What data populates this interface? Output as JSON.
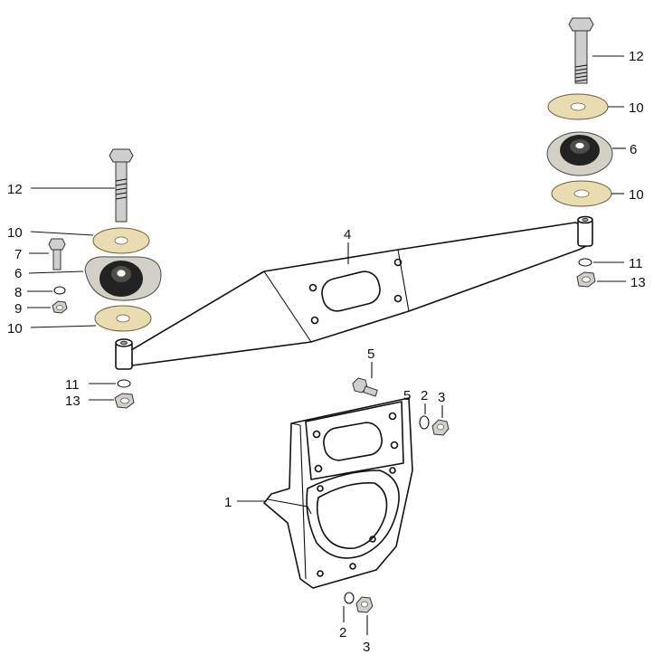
{
  "callouts": [
    {
      "id": "lbl-12-right",
      "text": "12"
    },
    {
      "id": "lbl-10-right-top",
      "text": "10"
    },
    {
      "id": "lbl-6-right",
      "text": "6"
    },
    {
      "id": "lbl-10-right-bottom",
      "text": "10"
    },
    {
      "id": "lbl-11-right",
      "text": "11"
    },
    {
      "id": "lbl-13-right",
      "text": "13"
    },
    {
      "id": "lbl-4",
      "text": "4"
    },
    {
      "id": "lbl-12-left",
      "text": "12"
    },
    {
      "id": "lbl-10-left-top",
      "text": "10"
    },
    {
      "id": "lbl-7",
      "text": "7"
    },
    {
      "id": "lbl-6-left",
      "text": "6"
    },
    {
      "id": "lbl-8",
      "text": "8"
    },
    {
      "id": "lbl-9",
      "text": "9"
    },
    {
      "id": "lbl-10-left-bottom",
      "text": "10"
    },
    {
      "id": "lbl-11-left",
      "text": "11"
    },
    {
      "id": "lbl-13-left",
      "text": "13"
    },
    {
      "id": "lbl-5-bolt",
      "text": "5"
    },
    {
      "id": "lbl-5-bracket",
      "text": "5"
    },
    {
      "id": "lbl-2-top",
      "text": "2"
    },
    {
      "id": "lbl-3-top",
      "text": "3"
    },
    {
      "id": "lbl-1",
      "text": "1"
    },
    {
      "id": "lbl-2-bottom",
      "text": "2"
    },
    {
      "id": "lbl-3-bottom",
      "text": "3"
    }
  ]
}
